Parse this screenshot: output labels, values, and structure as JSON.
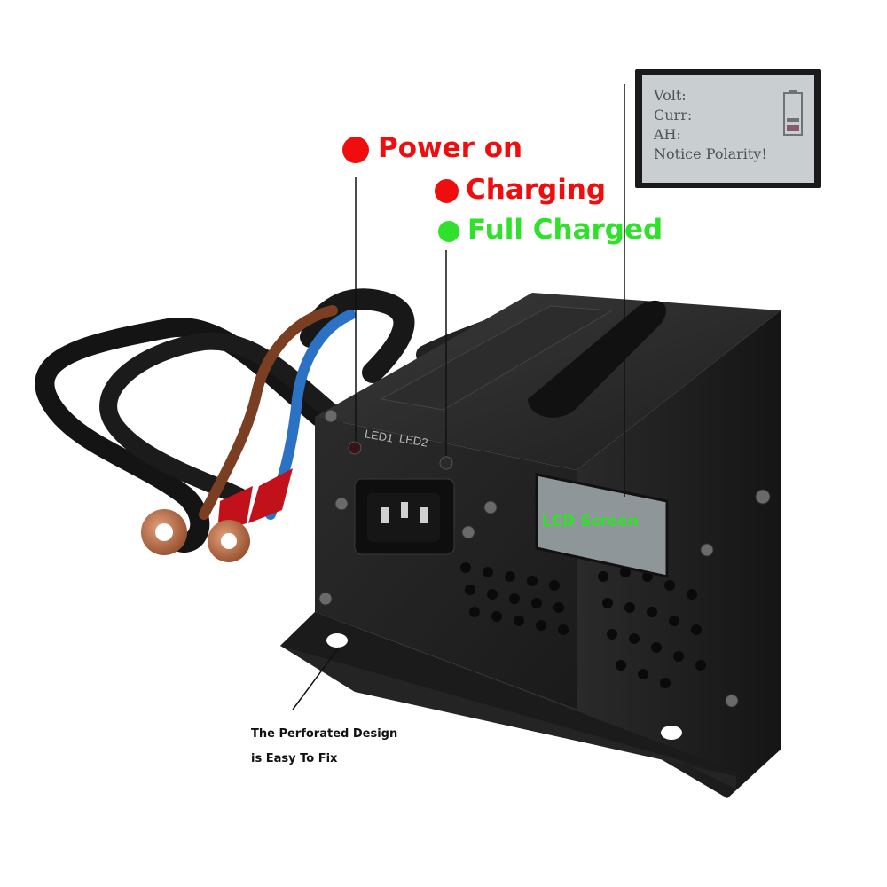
{
  "indicators": [
    {
      "label": "Power on",
      "color": "#f00d0d"
    },
    {
      "label": "Charging",
      "color": "#f00d0d"
    },
    {
      "label": "Full Charged",
      "color": "#2fe12a"
    }
  ],
  "lcd_inset": {
    "lines": [
      "Volt:",
      "Curr:",
      "AH:",
      "Notice Polarity!"
    ]
  },
  "device": {
    "led_labels": [
      "LED1",
      "LED2"
    ],
    "lcd_screen_label": "LCD Screen"
  },
  "caption": {
    "line1": "The Perforated Design",
    "line2": "is Easy To Fix"
  }
}
